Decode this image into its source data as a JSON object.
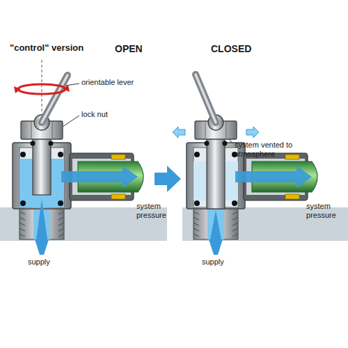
{
  "diagram": {
    "labels": [
      "\"control\" version",
      "OPEN",
      "CLOSED",
      "orientable lever",
      "lock nut",
      "system vented to atmosphere",
      "system pressure",
      "system pressure",
      "supply",
      "supply"
    ]
  }
}
